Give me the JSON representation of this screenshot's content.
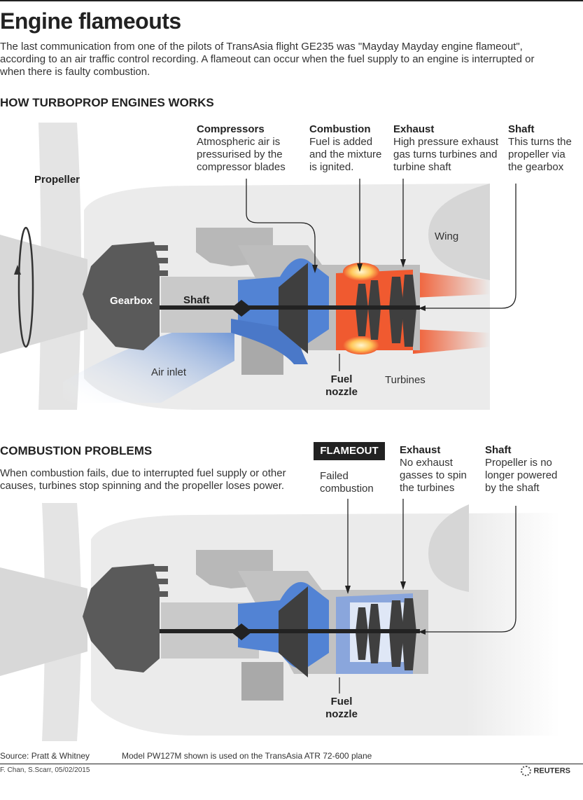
{
  "title": "Engine flameouts",
  "intro": "The last communication from one of the pilots of TransAsia flight GE235 was \"Mayday Mayday engine flameout\", according to an air traffic control recording. A flameout can occur when the fuel supply to an engine is interrupted or when there is faulty combustion.",
  "section1": {
    "heading": "HOW TURBOPROP ENGINES WORKS",
    "labels": {
      "propeller": "Propeller",
      "gearbox": "Gearbox",
      "shaft": "Shaft",
      "air_inlet": "Air inlet",
      "wing": "Wing",
      "turbines": "Turbines",
      "fuel_nozzle": "Fuel nozzle"
    },
    "callouts": {
      "compressors": {
        "title": "Compressors",
        "text": "Atmospheric air is pressurised by the compressor blades"
      },
      "combustion": {
        "title": "Combustion",
        "text": "Fuel is added and the mixture is ignited."
      },
      "exhaust": {
        "title": "Exhaust",
        "text": "High pressure exhaust gas turns turbines and turbine shaft"
      },
      "shaft": {
        "title": "Shaft",
        "text": "This turns the propeller via the gearbox"
      }
    }
  },
  "section2": {
    "heading": "COMBUSTION PROBLEMS",
    "text": "When combustion fails, due to interrupted fuel supply or other causes, turbines stop spinning and the propeller loses power.",
    "badge": "FLAMEOUT",
    "failed": "Failed combustion",
    "callouts": {
      "exhaust": {
        "title": "Exhaust",
        "text": "No exhaust gasses to spin the turbines"
      },
      "shaft": {
        "title": "Shaft",
        "text": "Propeller is no longer powered by the shaft"
      }
    },
    "fuel_nozzle": "Fuel nozzle"
  },
  "footer": {
    "source": "Source: Pratt & Whitney",
    "note": "Model PW127M shown is used on the TransAsia ATR 72-600 plane",
    "credit": "F. Chan, S.Scarr, 05/02/2015",
    "logo": "REUTERS"
  },
  "colors": {
    "accent_blue": "#4a78c8",
    "exhaust_orange": "#f05a30",
    "flame": "#ffd27a",
    "engine_grey": "#8f8f8f",
    "dark_grey": "#5a5a5a"
  }
}
